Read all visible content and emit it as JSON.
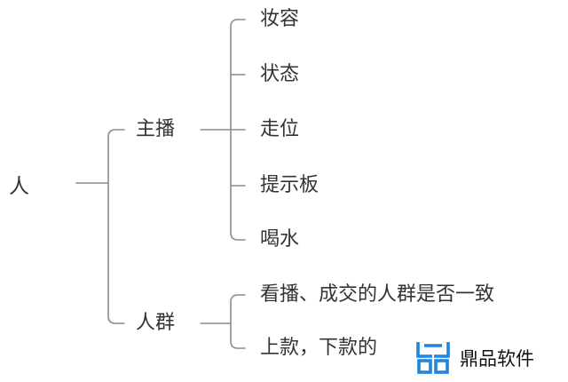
{
  "mindmap": {
    "root": "人",
    "branches": [
      {
        "label": "主播",
        "children": [
          "妆容",
          "状态",
          "走位",
          "提示板",
          "喝水"
        ]
      },
      {
        "label": "人群",
        "children": [
          "看播、成交的人群是否一致",
          "上款，下款的"
        ]
      }
    ]
  },
  "watermark": {
    "text": "鼎品软件",
    "logo_icon": "windows-style-logo",
    "logo_color": "#1e86e0"
  },
  "colors": {
    "line": "#8c8c8c",
    "text": "#333333"
  }
}
